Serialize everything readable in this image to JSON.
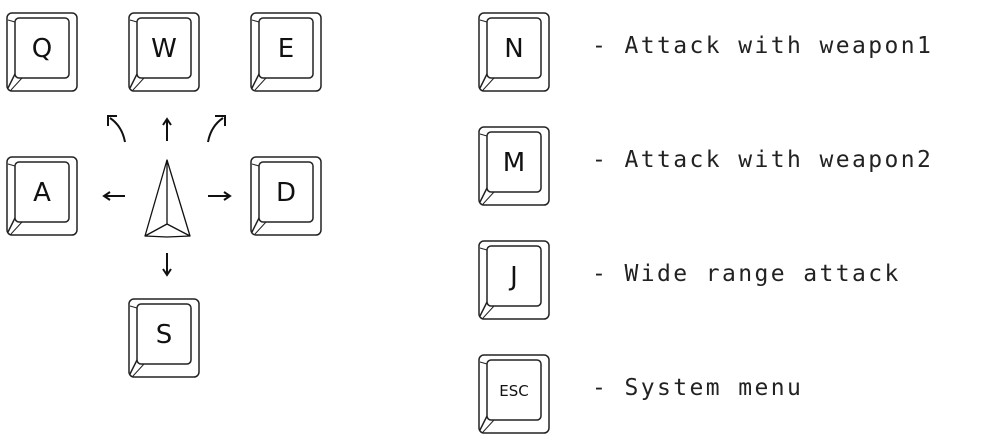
{
  "movement_keys": [
    {
      "label": "Q",
      "icon": "rotate-left-icon"
    },
    {
      "label": "W",
      "icon": "arrow-up-icon"
    },
    {
      "label": "E",
      "icon": "rotate-right-icon"
    },
    {
      "label": "A",
      "icon": "arrow-left-icon"
    },
    {
      "label": "D",
      "icon": "arrow-right-icon"
    },
    {
      "label": "S",
      "icon": "arrow-down-icon"
    }
  ],
  "player_icon": "player-ship-icon",
  "action_keys": [
    {
      "key": "N",
      "description": "- Attack with weapon1"
    },
    {
      "key": "M",
      "description": "- Attack with weapon2"
    },
    {
      "key": "J",
      "description": "- Wide range attack"
    },
    {
      "key": "ESC",
      "description": "- System menu"
    }
  ]
}
